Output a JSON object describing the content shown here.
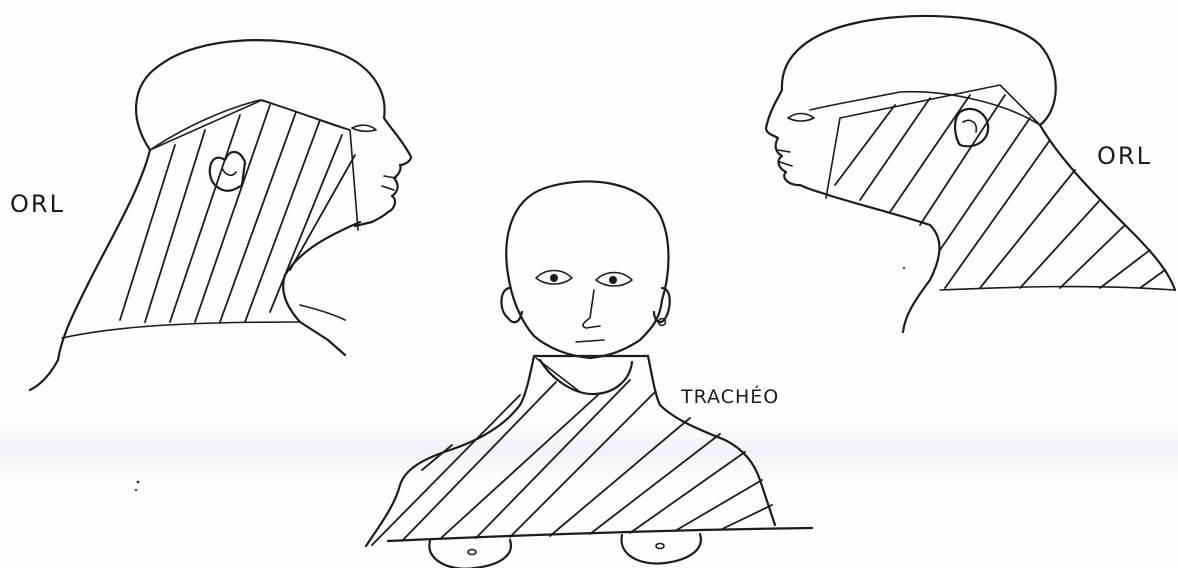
{
  "labels": {
    "left_profile": "ORL",
    "right_profile": "ORL",
    "front_view": "TRACHÉO"
  },
  "colors": {
    "ink": "#1c1c1c",
    "paper": "#fdfdfc"
  }
}
